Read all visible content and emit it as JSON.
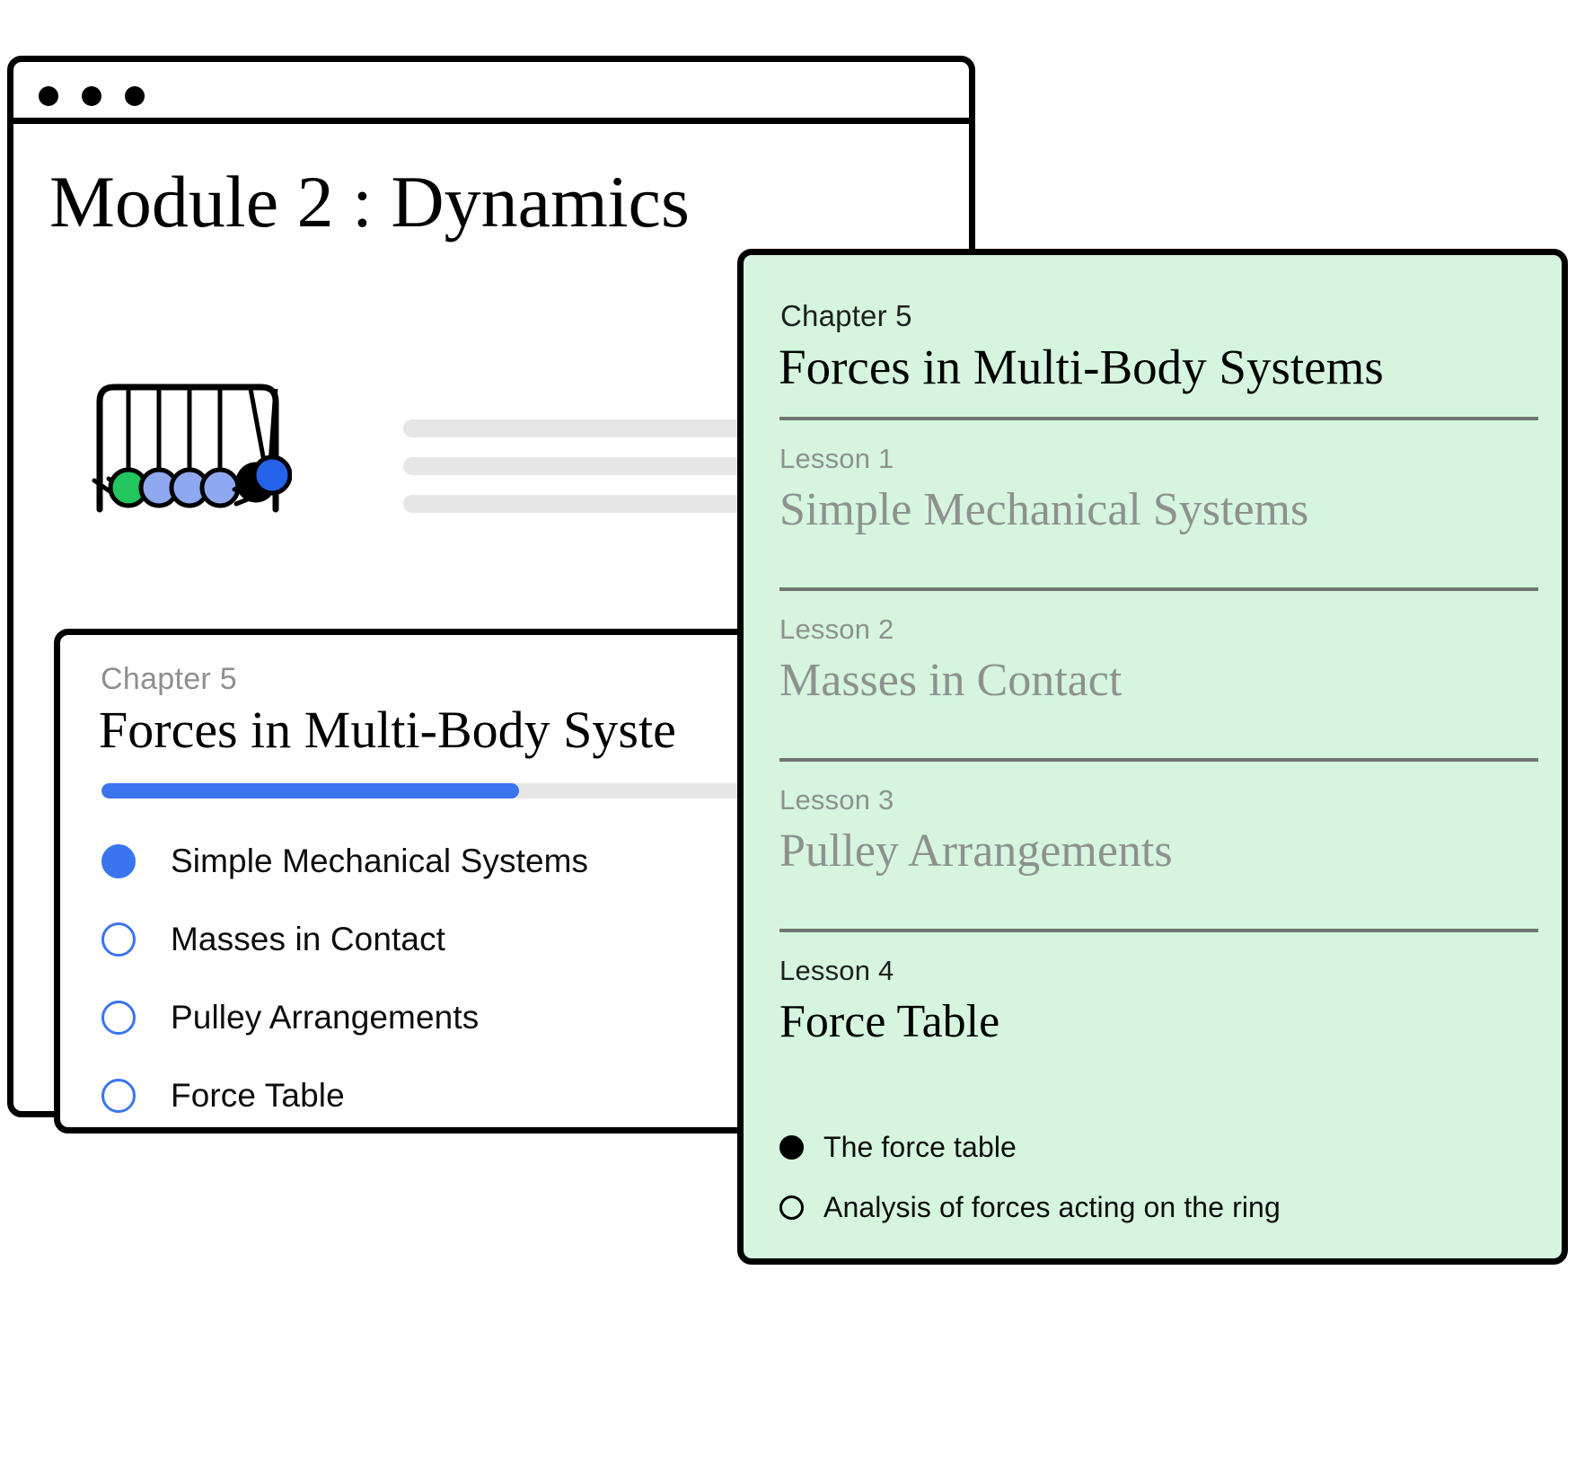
{
  "window": {
    "title": "Module 2 : Dynamics",
    "traffic_lights": [
      "close-dot",
      "minimize-dot",
      "maximize-dot"
    ]
  },
  "illustration": {
    "name": "newtons-cradle",
    "ball_colors": [
      "#22c55e",
      "#8fa8f0",
      "#8fa8f0",
      "#8fa8f0",
      "#000000",
      "#2563eb"
    ],
    "frame_color": "#000000"
  },
  "placeholder_bars": {
    "color": "#e6e6e6",
    "widths": [
      620,
      620,
      475
    ]
  },
  "chapter_card": {
    "chapter_label": "Chapter 5",
    "chapter_title": "Forces in Multi-Body Syste",
    "progress": {
      "percent": 50,
      "fill_color": "#3b74ef",
      "track_color": "#e6e6e6"
    },
    "lessons": [
      {
        "label": "Simple Mechanical Systems",
        "state": "filled"
      },
      {
        "label": "Masses in Contact",
        "state": "empty"
      },
      {
        "label": "Pulley Arrangements",
        "state": "empty"
      },
      {
        "label": "Force Table",
        "state": "empty"
      }
    ]
  },
  "green_panel": {
    "background_color": "#d5f5de",
    "chapter_label": "Chapter 5",
    "chapter_title": "Forces in Multi-Body Systems",
    "lessons": [
      {
        "num": "Lesson 1",
        "title": "Simple Mechanical Systems",
        "active": false
      },
      {
        "num": "Lesson 2",
        "title": "Masses in Contact",
        "active": false
      },
      {
        "num": "Lesson 3",
        "title": "Pulley Arrangements",
        "active": false
      },
      {
        "num": "Lesson 4",
        "title": "Force Table",
        "active": true
      }
    ],
    "topics": [
      {
        "label": "The force table",
        "state": "filled"
      },
      {
        "label": "Analysis of forces acting on the ring",
        "state": "empty"
      }
    ]
  }
}
